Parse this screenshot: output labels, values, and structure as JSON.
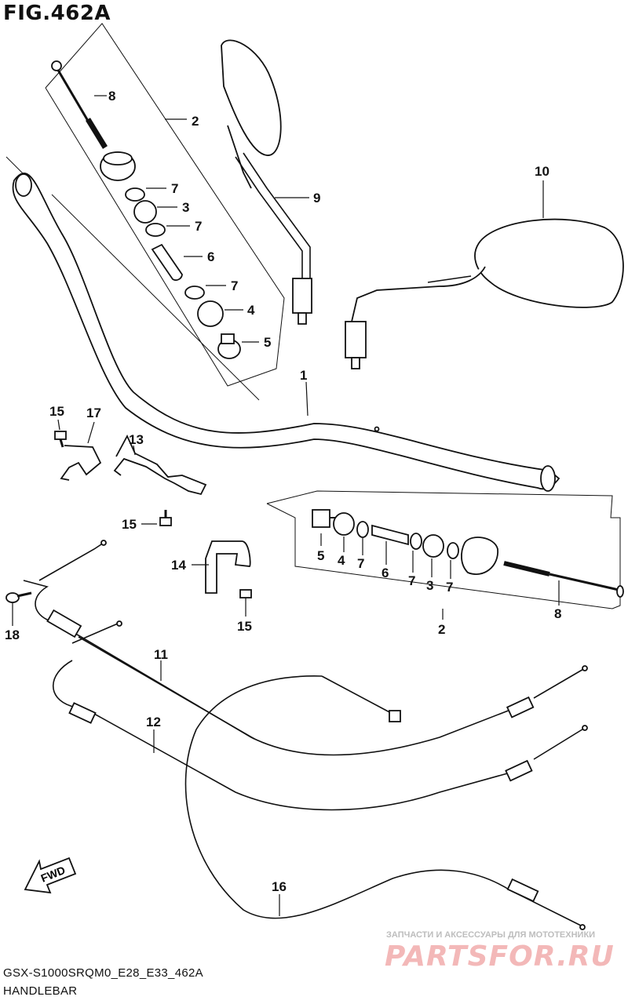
{
  "figure_title": "FIG.462A",
  "model_code": "GSX-S1000SRQM0_E28_E33_462A",
  "section_name": "HANDLEBAR",
  "fwd_label": "FWD",
  "watermark": {
    "tagline": "ЗАПЧАСТИ И АКСЕССУАРЫ ДЛЯ МОТОТЕХНИКИ",
    "brand": "PARTSFOR.RU"
  },
  "callouts": {
    "c1": "1",
    "c2a": "2",
    "c2b": "2",
    "c3a": "3",
    "c3b": "3",
    "c4a": "4",
    "c4b": "4",
    "c5a": "5",
    "c5b": "5",
    "c6a": "6",
    "c6b": "6",
    "c7a": "7",
    "c7b": "7",
    "c7c": "7",
    "c7d": "7",
    "c7e": "7",
    "c7f": "7",
    "c8a": "8",
    "c8b": "8",
    "c9": "9",
    "c10": "10",
    "c11": "11",
    "c12": "12",
    "c13": "13",
    "c14": "14",
    "c15a": "15",
    "c15b": "15",
    "c15c": "15",
    "c16": "16",
    "c17": "17",
    "c18": "18"
  }
}
